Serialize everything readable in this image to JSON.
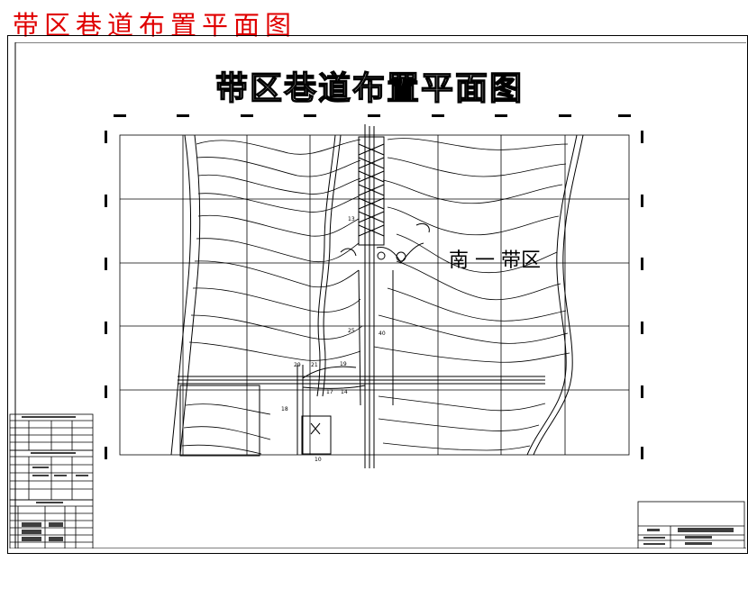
{
  "page_title": "带区巷道布置平面图",
  "drawing": {
    "title": "带区巷道布置平面图",
    "zone_label": "南 一 带区",
    "roadway_numbers": [
      "13",
      "25",
      "40",
      "29",
      "21",
      "19",
      "17",
      "14",
      "18",
      "10"
    ]
  },
  "colors": {
    "title_red": "#e00000",
    "line": "#000000",
    "background": "#ffffff"
  }
}
